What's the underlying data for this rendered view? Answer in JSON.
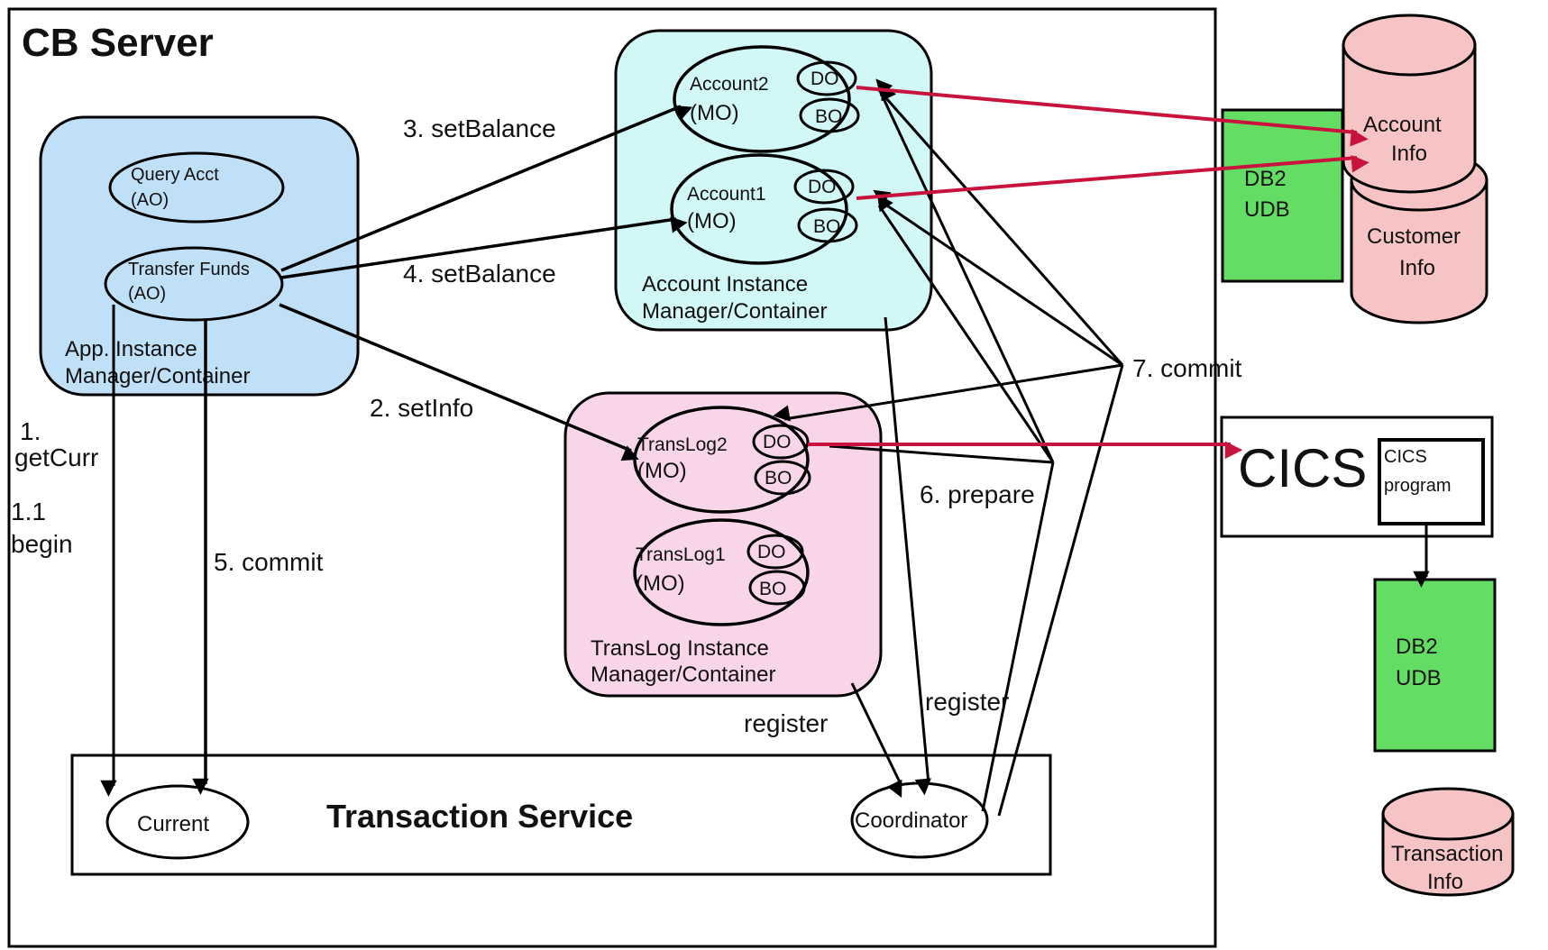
{
  "cb_server": {
    "title": "CB Server"
  },
  "app_container": {
    "label_line1": "App. Instance",
    "label_line2": "Manager/Container",
    "query_acct": {
      "name": "Query Acct",
      "type": "(AO)"
    },
    "transfer_funds": {
      "name": "Transfer Funds",
      "type": "(AO)"
    }
  },
  "account_container": {
    "label_line1": "Account Instance",
    "label_line2": "Manager/Container",
    "account2": {
      "name": "Account2",
      "type": "(MO)",
      "do": "DO",
      "bo": "BO"
    },
    "account1": {
      "name": "Account1",
      "type": "(MO)",
      "do": "DO",
      "bo": "BO"
    }
  },
  "translog_container": {
    "label_line1": "TransLog Instance",
    "label_line2": "Manager/Container",
    "translog2": {
      "name": "TransLog2",
      "type": "(MO)",
      "do": "DO",
      "bo": "BO"
    },
    "translog1": {
      "name": "TransLog1",
      "type": "(MO)",
      "do": "DO",
      "bo": "BO"
    }
  },
  "transaction_service": {
    "title": "Transaction Service",
    "current": "Current",
    "coordinator": "Coordinator"
  },
  "steps": {
    "get_curr_1": "1.",
    "get_curr_2": "getCurr",
    "begin_1": "1.1",
    "begin_2": "begin",
    "set_info": "2. setInfo",
    "set_balance_3": "3. setBalance",
    "set_balance_4": "4. setBalance",
    "commit_5": "5. commit",
    "prepare_6": "6. prepare",
    "commit_7": "7. commit",
    "register_a": "register",
    "register_b": "register"
  },
  "external": {
    "db2_top": {
      "line1": "DB2",
      "line2": "UDB"
    },
    "account_info": {
      "line1": "Account",
      "line2": "Info"
    },
    "customer_info": {
      "line1": "Customer",
      "line2": "Info"
    },
    "cics": {
      "title": "CICS",
      "program_line1": "CICS",
      "program_line2": "program"
    },
    "db2_bottom": {
      "line1": "DB2",
      "line2": "UDB"
    },
    "transaction_info": {
      "line1": "Transaction",
      "line2": "Info"
    }
  },
  "colors": {
    "app_container": "#bfe0f7",
    "account_container": "#d2f7f7",
    "translog_container": "#f9d5ea",
    "db2": "#63dd63",
    "database": "#f6c4c4",
    "red_arrow": "#c8143c"
  }
}
